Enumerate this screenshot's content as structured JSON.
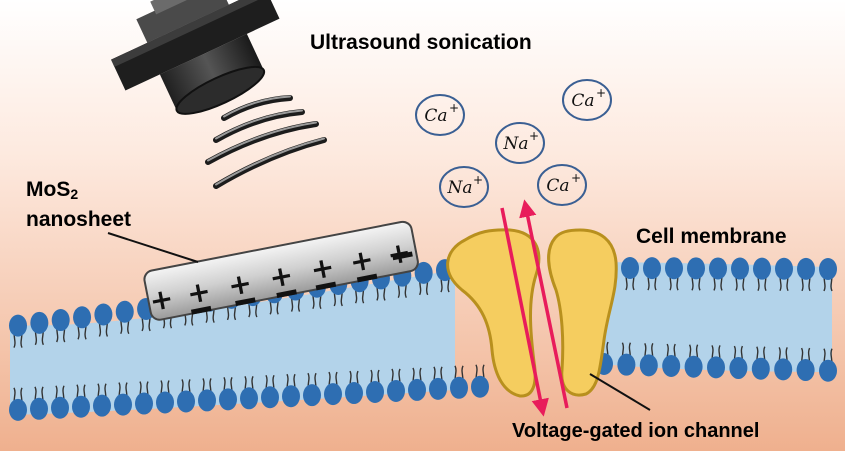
{
  "labels": {
    "ultrasound": "Ultrasound sonication",
    "mos2_main": "MoS",
    "mos2_sub": "2",
    "mos2_line2": "nanosheet",
    "cell_membrane": "Cell membrane",
    "ion_channel": "Voltage-gated ion channel"
  },
  "ions": [
    {
      "symbol": "Ca",
      "charge": "+"
    },
    {
      "symbol": "Ca",
      "charge": "+"
    },
    {
      "symbol": "Na",
      "charge": "+"
    },
    {
      "symbol": "Na",
      "charge": "+"
    },
    {
      "symbol": "Ca",
      "charge": "+"
    }
  ],
  "nanosheet": {
    "plus": "+",
    "minus": "−"
  },
  "colors": {
    "lipid_head": "#2e6eb2",
    "membrane_fill": "#b3d3ea",
    "channel": "#f5cd5f",
    "channel_stroke": "#b8901e",
    "arrow": "#e81c5b",
    "ion_ring": "#3a5f93",
    "background_top": "#ffffff",
    "background_bottom": "#efb08e"
  },
  "icons": {
    "transducer": "ultrasound-transducer-icon",
    "waves": "sound-wave-icon"
  }
}
